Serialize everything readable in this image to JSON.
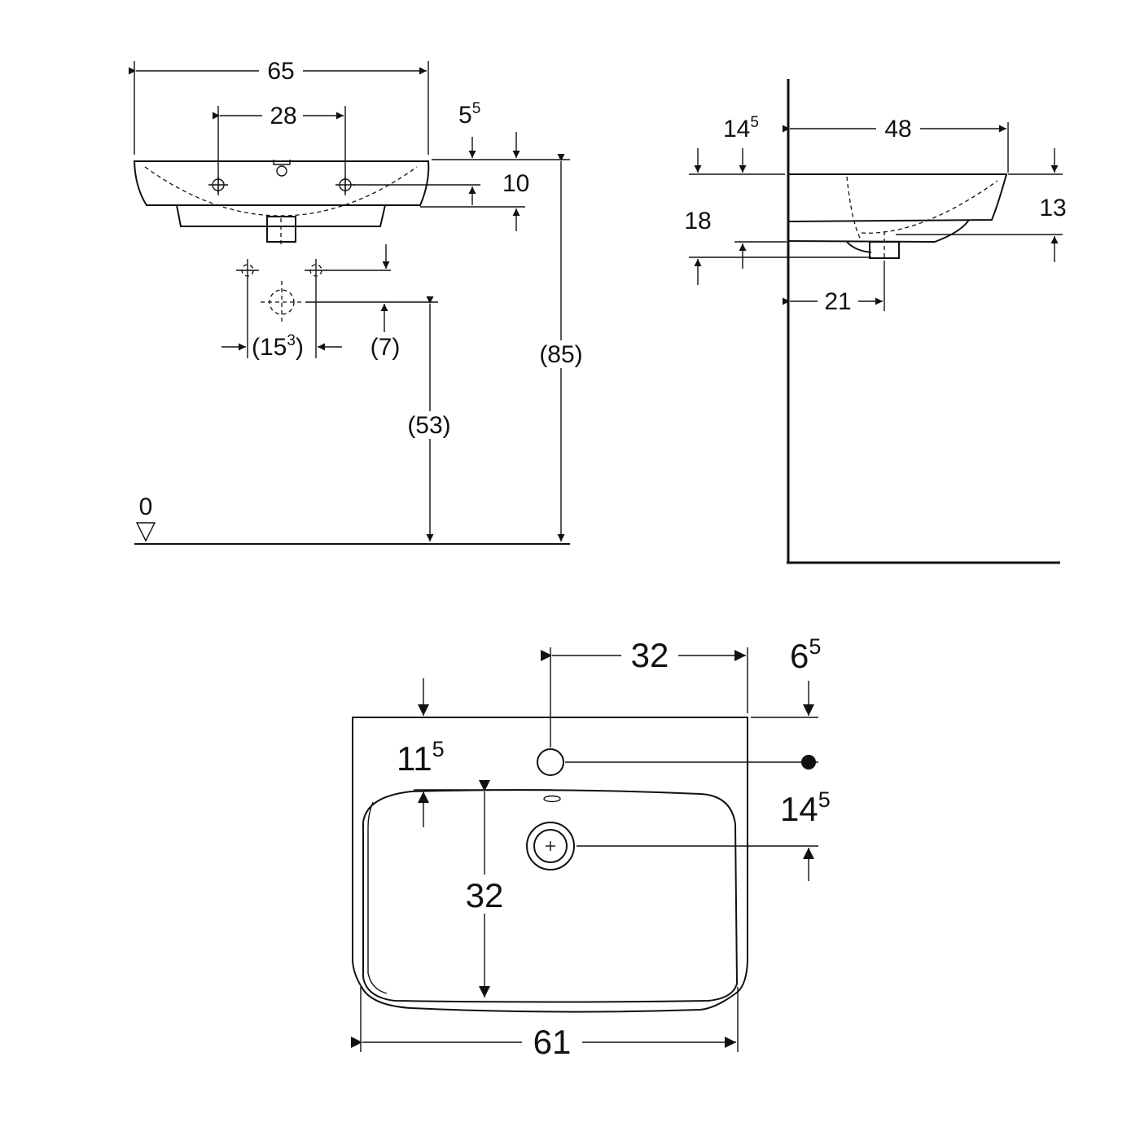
{
  "front_view": {
    "width": "65",
    "tap_spacing": "28",
    "rim_offset": {
      "base": "5",
      "sup": "5"
    },
    "bowl_depth": "10",
    "supply_spacing": {
      "open": "(",
      "base": "15",
      "sup": "3",
      "close": ")"
    },
    "supply_height": "(7)",
    "drain_height": "(53)",
    "rim_height": "(85)",
    "floor_level": "0"
  },
  "side_view": {
    "wall_offset": {
      "base": "14",
      "sup": "5"
    },
    "depth": "48",
    "height": "13",
    "front_height": "18",
    "drain_distance": "21"
  },
  "top_view": {
    "tap_offset": "32",
    "side_offset": {
      "base": "6",
      "sup": "5"
    },
    "rim_depth": {
      "base": "11",
      "sup": "5"
    },
    "drain_offset": {
      "base": "14",
      "sup": "5"
    },
    "bowl_depth": "32",
    "width": "61"
  }
}
